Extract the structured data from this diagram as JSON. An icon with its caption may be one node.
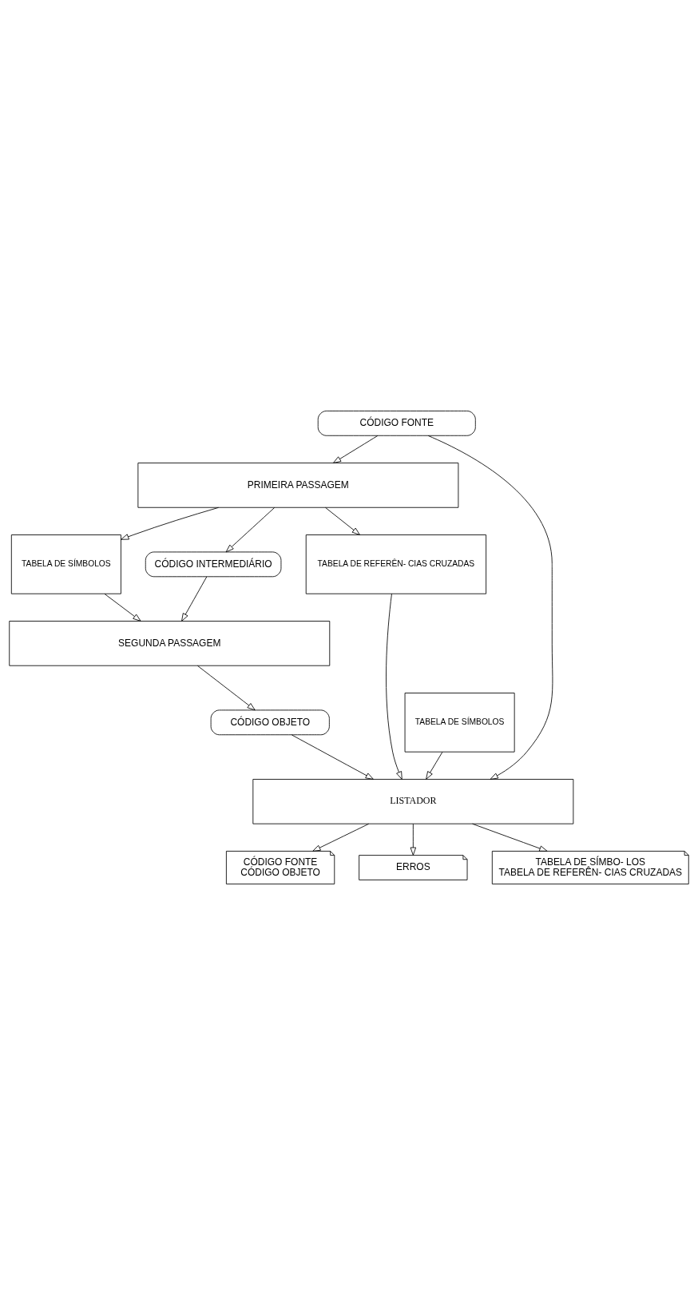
{
  "diagram": {
    "nodes": [
      {
        "text": [
          "CÓDIGO FONTE"
        ]
      },
      {
        "text": [
          "PRIMEIRA PASSAGEM"
        ]
      },
      {
        "text": [
          "TABELA DE SÍMBOLOS"
        ]
      },
      {
        "text": [
          "CÓDIGO INTERMEDIÁRIO"
        ]
      },
      {
        "text": [
          "TABELA DE REFERÊN- CIAS CRUZADAS"
        ]
      },
      {
        "text": [
          "SEGUNDA PASSAGEM"
        ]
      },
      {
        "text": [
          "TABELA DE SÍMBOLOS"
        ]
      },
      {
        "text": [
          "CÓDIGO OBJETO"
        ]
      },
      {
        "text": [
          "LISTADOR"
        ]
      },
      {
        "text": [
          "CÓDIGO FONTE",
          "CÓDIGO OBJETO"
        ]
      },
      {
        "text": [
          "ERROS"
        ]
      },
      {
        "text": [
          "TABELA DE SÍMBO- LOS",
          "TABELA DE REFERÊN- CIAS CRUZADAS"
        ]
      }
    ],
    "edges": [
      {
        "from": 0,
        "to": 1,
        "arrow": "to"
      },
      {
        "from": 0,
        "to": 8,
        "arrow": "to"
      },
      {
        "from": 1,
        "to": 2,
        "arrow": "to"
      },
      {
        "from": 1,
        "to": 3,
        "arrow": "to"
      },
      {
        "from": 1,
        "to": 4,
        "arrow": "to"
      },
      {
        "from": 2,
        "to": 5,
        "arrow": "to"
      },
      {
        "from": 3,
        "to": 5,
        "arrow": "to"
      },
      {
        "from": 4,
        "to": 8,
        "arrow": "to"
      },
      {
        "from": 5,
        "to": 7,
        "arrow": "to"
      },
      {
        "from": 6,
        "to": 8,
        "arrow": "to"
      },
      {
        "from": 7,
        "to": 8,
        "arrow": "to"
      },
      {
        "from": 8,
        "to": 9,
        "arrow": "to"
      },
      {
        "from": 8,
        "to": 10,
        "arrow": "to"
      },
      {
        "from": 8,
        "to": 11,
        "arrow": "to"
      }
    ]
  }
}
